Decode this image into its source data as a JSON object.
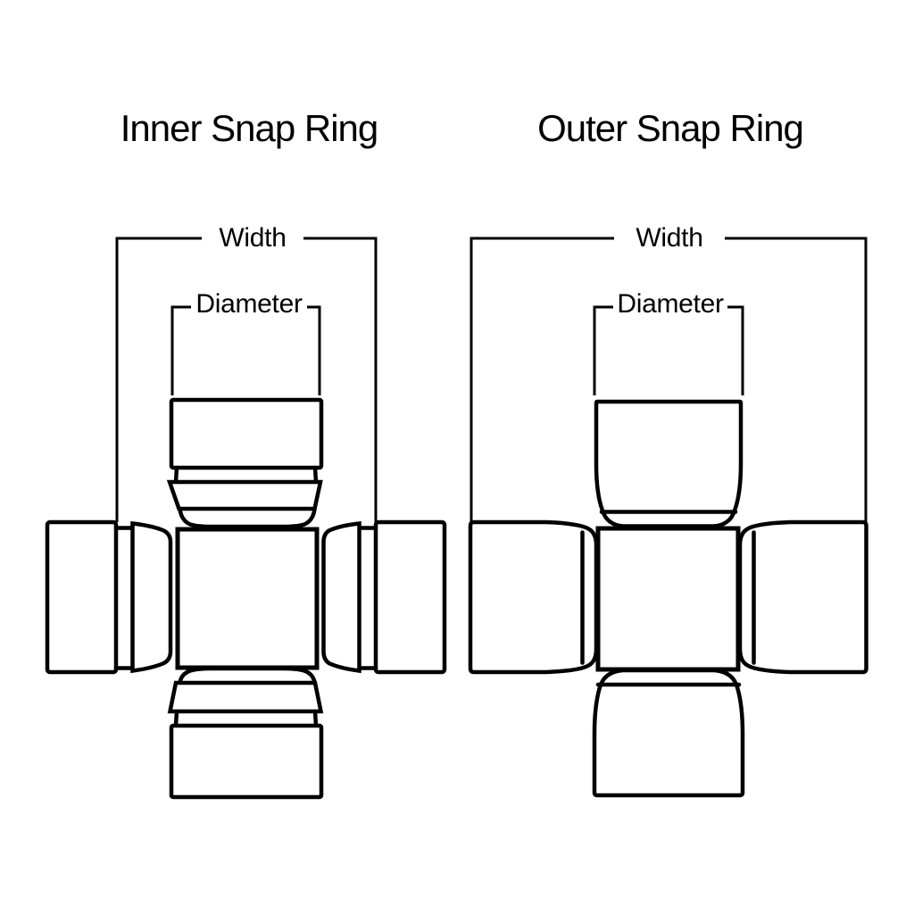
{
  "page": {
    "background_color": "#ffffff",
    "line_color": "#000000"
  },
  "diagrams": [
    {
      "id": "inner-snap-ring",
      "title": "Inner Snap Ring",
      "labels": {
        "width": "Width",
        "diameter": "Diameter"
      }
    },
    {
      "id": "outer-snap-ring",
      "title": "Outer Snap Ring",
      "labels": {
        "width": "Width",
        "diameter": "Diameter"
      }
    }
  ]
}
